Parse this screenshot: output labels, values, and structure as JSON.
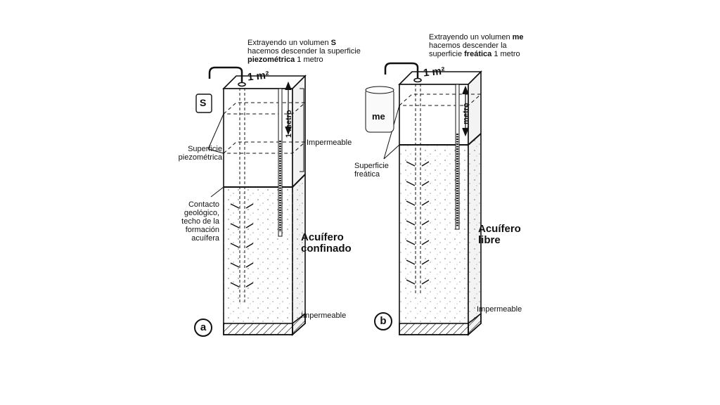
{
  "panel_a": {
    "caption_line1": "Extrayendo un volumen ",
    "caption_line1_symbol": "S",
    "caption_line2": "hacemos descender la superficie",
    "caption_line3_bold": "piezométrica",
    "caption_line3_rest": " 1 metro",
    "area_label": "1 m²",
    "meter_label": "1 metro",
    "container_label": "S",
    "surface_label_line1": "Superficie",
    "surface_label_line2": "piezométrica",
    "impermeable_top": "Impermeable",
    "contact_line1": "Contacto",
    "contact_line2": "geológico,",
    "contact_line3": "techo de la",
    "contact_line4": "formación",
    "contact_line5": "acuífera",
    "aquifer_line1": "Acuífero",
    "aquifer_line2": "confinado",
    "impermeable_bottom": "Impermeable",
    "panel_letter": "a"
  },
  "panel_b": {
    "caption_line1": "Extrayendo un volumen ",
    "caption_line1_symbol": "me",
    "caption_line2": "hacemos descender la",
    "caption_line3_pre": "superficie ",
    "caption_line3_bold": "freática",
    "caption_line3_rest": " 1 metro",
    "area_label": "1 m²",
    "meter_label": "1 metro",
    "container_label": "me",
    "surface_label_line1": "Superficie",
    "surface_label_line2": "freática",
    "aquifer_line1": "Acuífero",
    "aquifer_line2": "libre",
    "impermeable_bottom": "Impermeable",
    "panel_letter": "b"
  }
}
